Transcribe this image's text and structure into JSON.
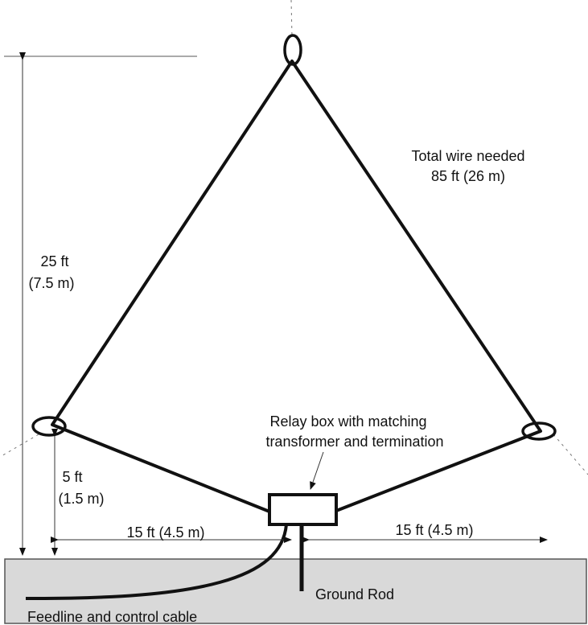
{
  "labels": {
    "total_wire_line1": "Total wire needed",
    "total_wire_line2": "85 ft (26 m)",
    "height_total_line1": "25 ft",
    "height_total_line2": "(7.5 m)",
    "relay_box_line1": "Relay box with matching",
    "relay_box_line2": "transformer and termination",
    "height_low_line1": "5 ft",
    "height_low_line2": "(1.5 m)",
    "span_left": "15 ft (4.5 m)",
    "span_right": "15 ft (4.5 m)",
    "ground_rod": "Ground Rod",
    "feedline": "Feedline and control cable"
  },
  "colors": {
    "ground": "#d9d9d9",
    "wire": "#111111"
  }
}
